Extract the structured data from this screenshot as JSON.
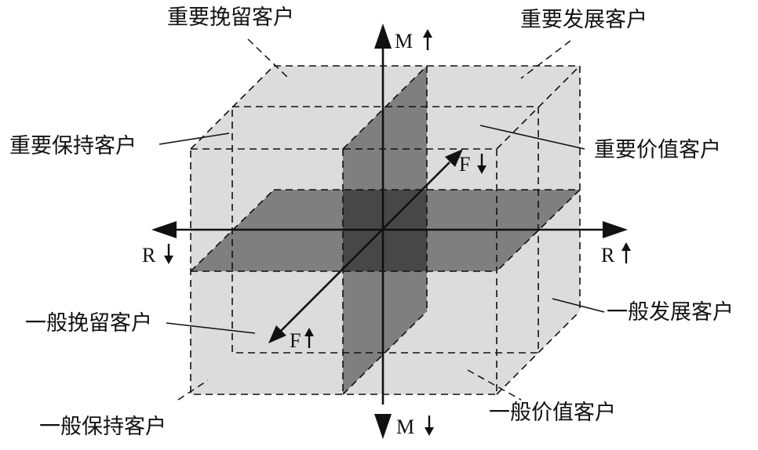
{
  "axes": {
    "m_up": "M",
    "m_down": "M",
    "r_left": "R",
    "r_right": "R",
    "f_upper": "F",
    "f_lower": "F"
  },
  "segments": {
    "important_retain": "重要挽留客户",
    "important_develop": "重要发展客户",
    "important_keep": "重要保持客户",
    "important_value": "重要价值客户",
    "general_retain": "一般挽留客户",
    "general_develop": "一般发展客户",
    "general_keep": "一般保持客户",
    "general_value": "一般价值客户"
  },
  "colors": {
    "cube_fill": "#dcdcdc",
    "plane_fill": "#7f7f7f",
    "plane_overlap": "#474747",
    "stroke": "#111111"
  }
}
